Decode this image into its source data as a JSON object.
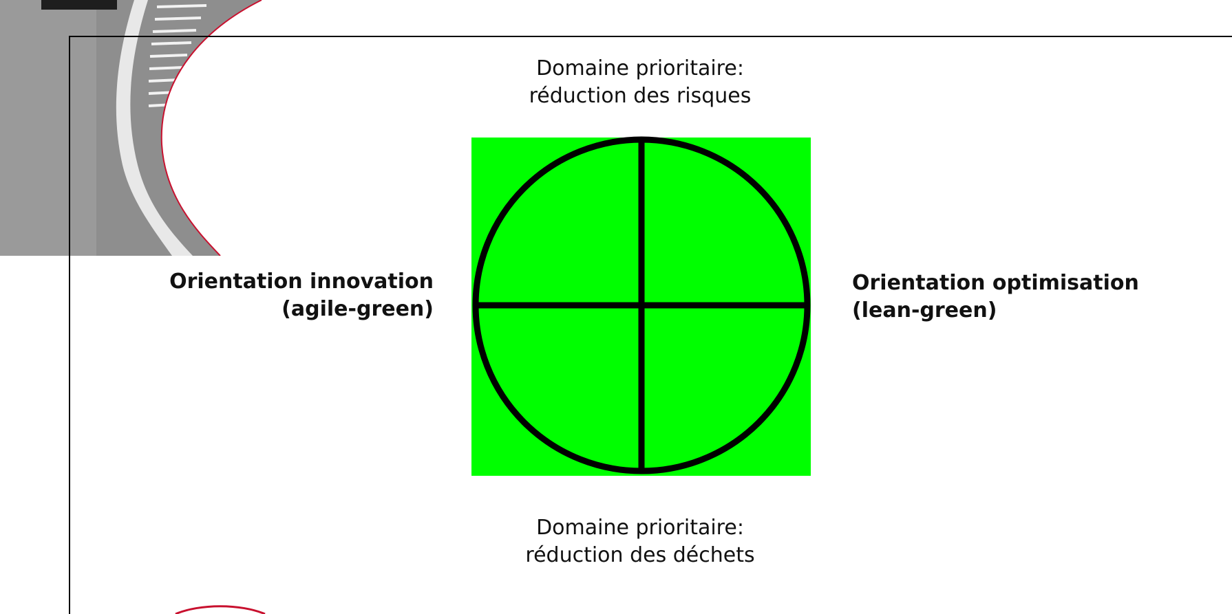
{
  "top_label": {
    "line1": "Domaine prioritaire:",
    "line2": "réduction des risques"
  },
  "bottom_label": {
    "line1": "Domaine prioritaire:",
    "line2": "réduction des déchets"
  },
  "left_label": {
    "line1": "Orientation innovation",
    "line2": "(agile-green)"
  },
  "right_label": {
    "line1": "Orientation optimisation",
    "line2": "(lean-green)"
  },
  "colors": {
    "diagram_fill": "#00ff00",
    "diagram_stroke": "#000000",
    "accent_red": "#c8102e"
  }
}
